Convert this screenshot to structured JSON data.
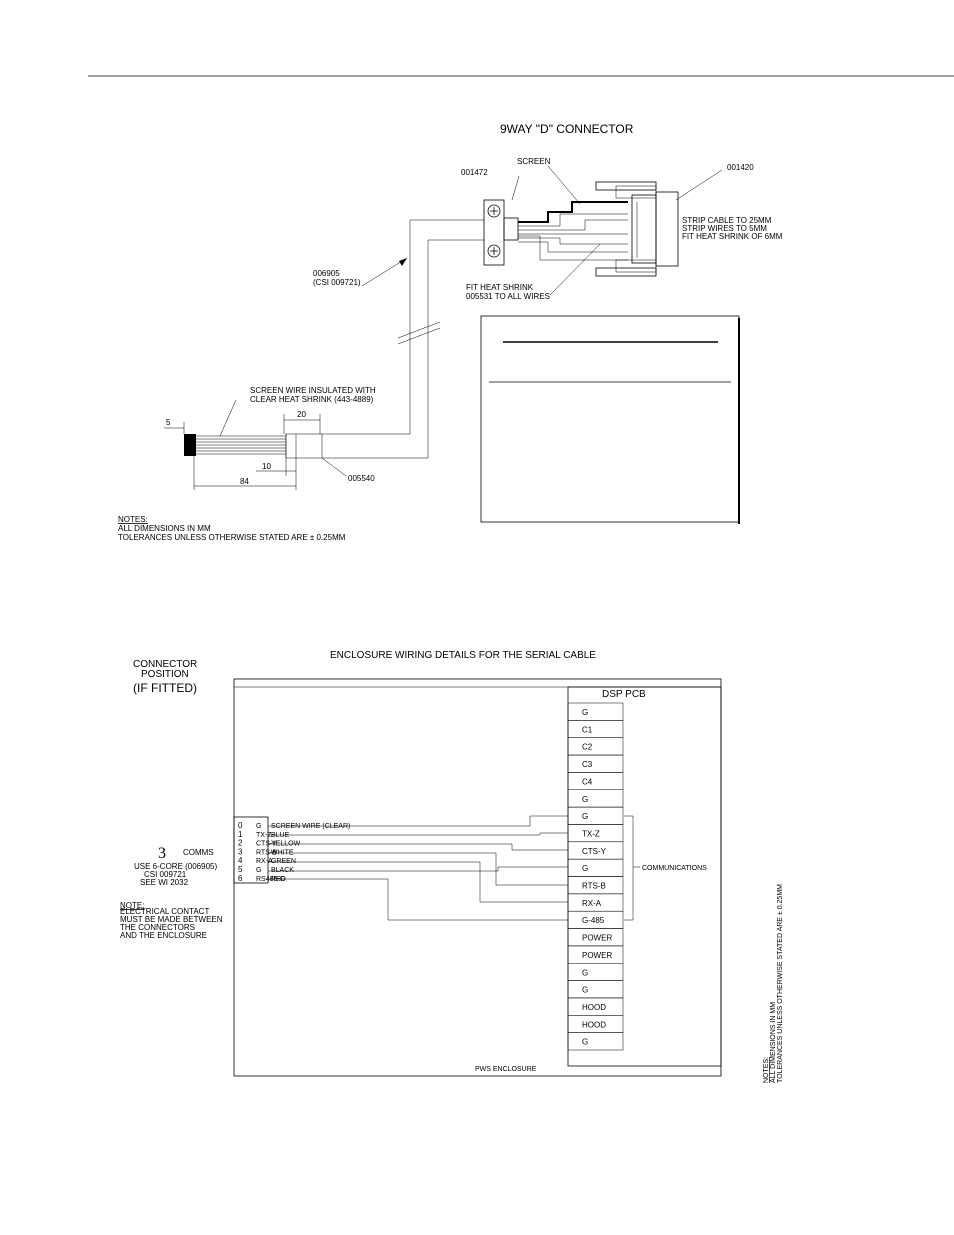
{
  "connector": {
    "title": "9WAY \"D\" CONNECTOR",
    "screen": "SCREEN",
    "part_001472": "001472",
    "part_001420": "001420",
    "strip_notes": [
      "STRIP CABLE TO 25MM",
      "STRIP WIRES TO 5MM",
      "FIT HEAT SHRINK OF 6MM"
    ],
    "cable_part": [
      "006905",
      "(CSI 009721)"
    ],
    "heat_shrink": [
      "FIT HEAT SHRINK",
      "005531 TO ALL WIRES"
    ],
    "screen_wire": [
      "SCREEN WIRE INSULATED WITH",
      "CLEAR HEAT SHRINK (443-4889)"
    ],
    "part_005540": "005540",
    "dims": {
      "d5": "5",
      "d20": "20",
      "d10": "10",
      "d84": "84"
    },
    "notes_title": "NOTES:",
    "notes": [
      "ALL DIMENSIONS IN MM",
      "TOLERANCES UNLESS OTHERWISE STATED ARE ± 0.25MM"
    ]
  },
  "enclosure": {
    "title": "ENCLOSURE WIRING DETAILS FOR THE SERIAL CABLE",
    "connector_position": [
      "CONNECTOR",
      "POSITION"
    ],
    "if_fitted": "(IF FITTED)",
    "comms_number": "3",
    "comms_label": "COMMS",
    "use_notes": [
      "USE 6-CORE (006905)",
      "CSI 009721",
      "SEE WI 2032"
    ],
    "note_title": "NOTE:",
    "note_lines": [
      "ELECTRICAL CONTACT",
      "MUST BE MADE BETWEEN",
      "THE CONNECTORS",
      "AND THE ENCLOSURE"
    ],
    "pcb_title": "DSP PCB",
    "pcb_pins": [
      "G",
      "C1",
      "C2",
      "C3",
      "C4",
      "G",
      "G",
      "TX-Z",
      "CTS-Y",
      "G",
      "RTS-B",
      "RX-A",
      "G-485",
      "POWER",
      "POWER",
      "G",
      "G",
      "HOOD",
      "HOOD",
      "G"
    ],
    "communications": "COMMUNICATIONS",
    "footer": "PWS ENCLOSURE",
    "terminals": [
      {
        "num": "0",
        "sig": "G",
        "wire": "SCREEN WIRE (CLEAR)"
      },
      {
        "num": "1",
        "sig": "TX-Z",
        "wire": "BLUE"
      },
      {
        "num": "2",
        "sig": "CTS-Y",
        "wire": "YELLOW"
      },
      {
        "num": "3",
        "sig": "RTS-B",
        "wire": "WHITE"
      },
      {
        "num": "4",
        "sig": "RX-A",
        "wire": "GREEN"
      },
      {
        "num": "5",
        "sig": "G",
        "wire": "BLACK"
      },
      {
        "num": "6",
        "sig": "RS485-G",
        "wire": "RED"
      }
    ],
    "rotated_notes_title": "NOTES:",
    "rotated_notes": [
      "ALL DIMENSIONS IN MM",
      "TOLERANCES UNLESS OTHERWISE STATED ARE ± 0.25MM"
    ]
  }
}
